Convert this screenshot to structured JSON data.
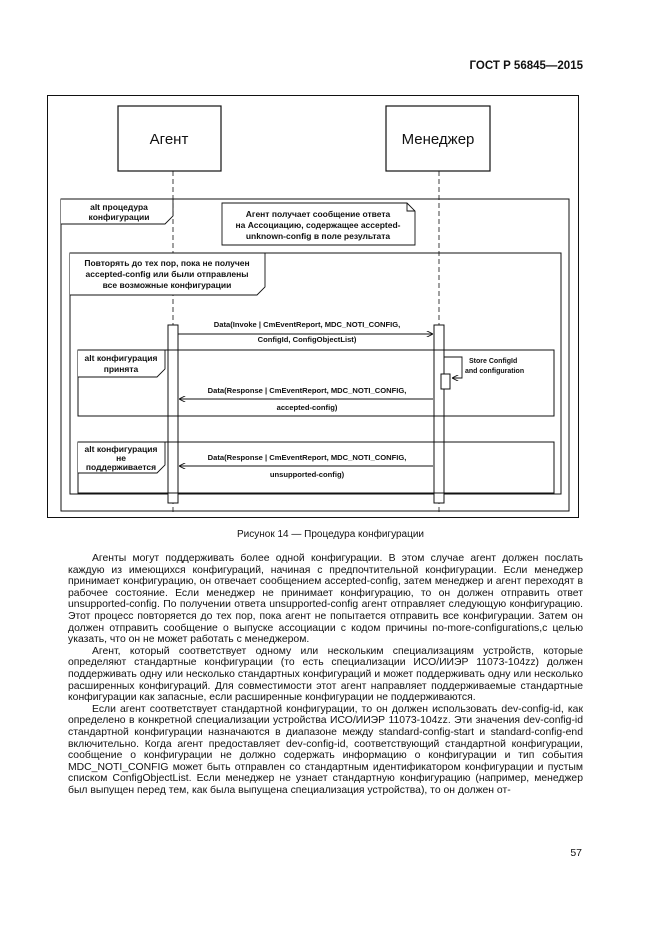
{
  "header": {
    "standard_code": "ГОСТ Р 56845—2015"
  },
  "diagram": {
    "agent_label": "Агент",
    "manager_label": "Менеджер",
    "alt_procedure_line1": "alt процедура",
    "alt_procedure_line2": "конфигурации",
    "note_line1": "Агент получает сообщение ответа",
    "note_line2": "на Ассоциацию, содержащее accepted-",
    "note_line3": "unknown-config в поле результата",
    "loop_line1": "Повторять до тех пор, пока не получен",
    "loop_line2": "accepted-config или были отправлены",
    "loop_line3": "все возможные конфигурации",
    "msg1_line1": "Data(Invoke | CmEventReport, MDC_NOTI_CONFIG,",
    "msg1_line2": "ConfigId, ConfigObjectList)",
    "alt_accepted_line1": "alt конфигурация",
    "alt_accepted_line2": "принята",
    "store_line1": "Store ConfigId",
    "store_line2": "and configuration",
    "msg2_line1": "Data(Response | CmEventReport, MDC_NOTI_CONFIG,",
    "msg2_line2": "accepted-config)",
    "alt_unsupported_line1": "alt конфигурация",
    "alt_unsupported_line2": "не",
    "alt_unsupported_line3": "поддерживается",
    "msg3_line1": "Data(Response | CmEventReport, MDC_NOTI_CONFIG,",
    "msg3_line2": "unsupported-config)"
  },
  "caption": "Рисунок 14 — Процедура конфигурации",
  "paragraphs": [
    "Агенты могут поддерживать более одной конфигурации. В этом случае агент должен послать каждую из имеющихся конфигураций, начиная с предпочтительной конфигурации. Если менеджер принимает конфигурацию, он отвечает сообщением accepted-config, затем менеджер и агент переходят в рабочее состояние. Если менеджер не принимает конфигурацию, то он должен отправить ответ unsupported-config. По получении ответа unsupported-config агент отправляет следующую конфигурацию. Этот процесс повторяется до тех пор, пока агент не попытается отправить все конфигурации. Затем он должен отправить сообщение о выпуске ассоциации с кодом причины no-more-configurations,с целью указать, что он не может работать с менеджером.",
    "Агент, который соответствует одному или нескольким специализациям устройств, которые определяют стандартные конфигурации (то есть специализации ИСО/ИИЭР 11073-104zz) должен поддерживать одну или несколько стандартных конфигураций и может поддерживать одну или несколько расширенных конфигураций. Для совместимости этот агент направляет поддерживаемые стандартные конфигурации как запасные, если расширенные конфигурации не поддерживаются.",
    "Если агент соответствует стандартной конфигурации, то он должен использовать dev-config-id, как определено в конкретной специализации устройства ИСО/ИИЭР 11073-104zz. Эти значения dev-config-id стандартной конфигурации назначаются в диапазоне между standard-config-start и standard-config-end включительно. Когда агент предоставляет dev-config-id, соответствующий стандартной конфигурации, сообщение о конфигурации не должно содержать информацию о конфигурации и тип события MDC_NOTI_CONFIG может быть отправлен со стандартным идентификатором конфигурации и пустым списком ConfigObjectList. Если менеджер не узнает стандартную конфигурацию (например, менеджер был выпущен перед тем, как была выпущена специализация устройства), то он должен от-"
  ],
  "page_number": "57"
}
